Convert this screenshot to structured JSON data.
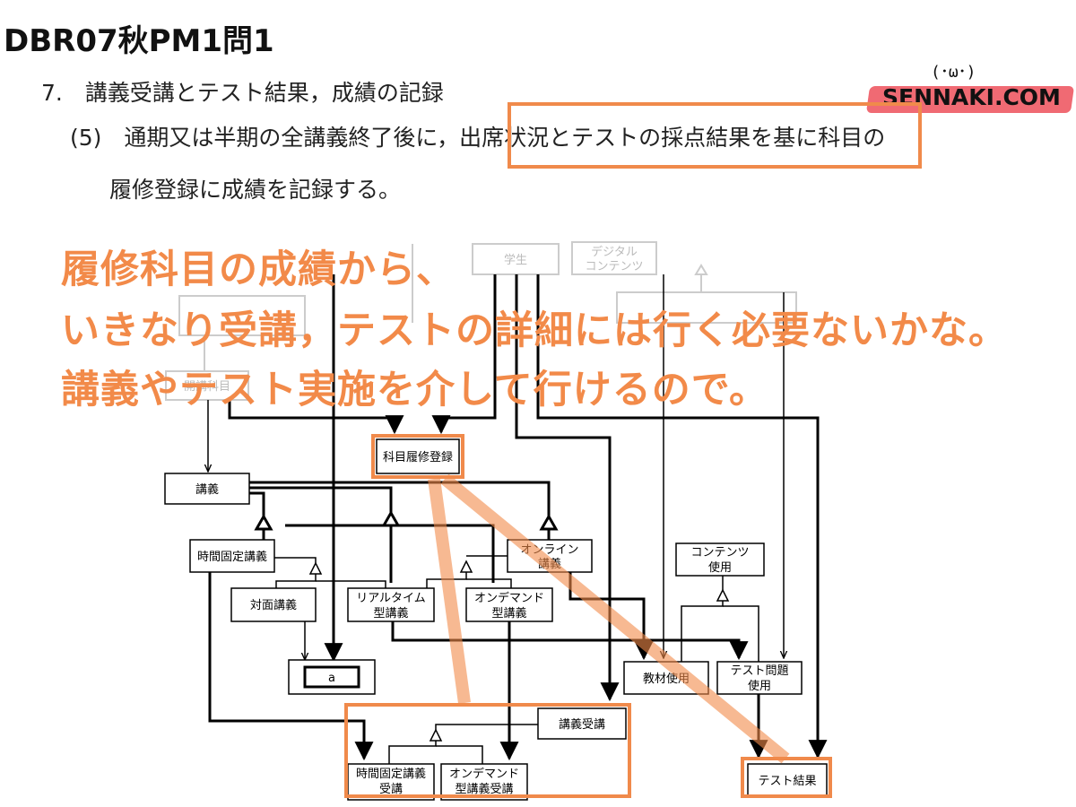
{
  "header": {
    "title": "DBR07秋PM1問1"
  },
  "logo": {
    "text": "SENNAKI.COM",
    "face": "(･ω･)"
  },
  "document": {
    "line1": "7.　講義受講とテスト結果，成績の記録",
    "line2_prefix": "(5)　通期又は半期の全講義終了後に，",
    "line2_highlight": "出席状況とテストの採点結果を基",
    "line2_suffix": "に科目の",
    "line3": "履修登録に成績を記録する。"
  },
  "overlay": {
    "line1": "履修科目の成績から、",
    "line2": "いきなり受講，テストの詳細には行く必要ないかな。",
    "line3": "講義やテスト実施を介して行けるので。"
  },
  "diagram": {
    "faded": {
      "student": "学生",
      "digital_contents": [
        "デジタル",
        "コンテンツ"
      ],
      "course_subject": "開講科目"
    },
    "nodes": {
      "course_registration": "科目履修登録",
      "lecture": "講義",
      "fixed_time_lecture": "時間固定講義",
      "online_lecture": [
        "オンライン",
        "講義"
      ],
      "face_to_face": "対面講義",
      "realtime": [
        "リアルタイム",
        "型講義"
      ],
      "on_demand": [
        "オンデマンド",
        "型講義"
      ],
      "entity_a": "a",
      "contents_usage": [
        "コンテンツ",
        "使用"
      ],
      "material_usage": "教材使用",
      "test_question_usage": [
        "テスト問題",
        "使用"
      ],
      "lecture_attendance": "講義受講",
      "fixed_time_attendance": [
        "時間固定講義",
        "受講"
      ],
      "on_demand_attendance": [
        "オンデマンド",
        "型講義受講"
      ],
      "test_result": "テスト結果"
    }
  },
  "colors": {
    "accent": "#f28a49",
    "logo_brush": "#f06a73",
    "highlight_border": "#f08a4b"
  }
}
